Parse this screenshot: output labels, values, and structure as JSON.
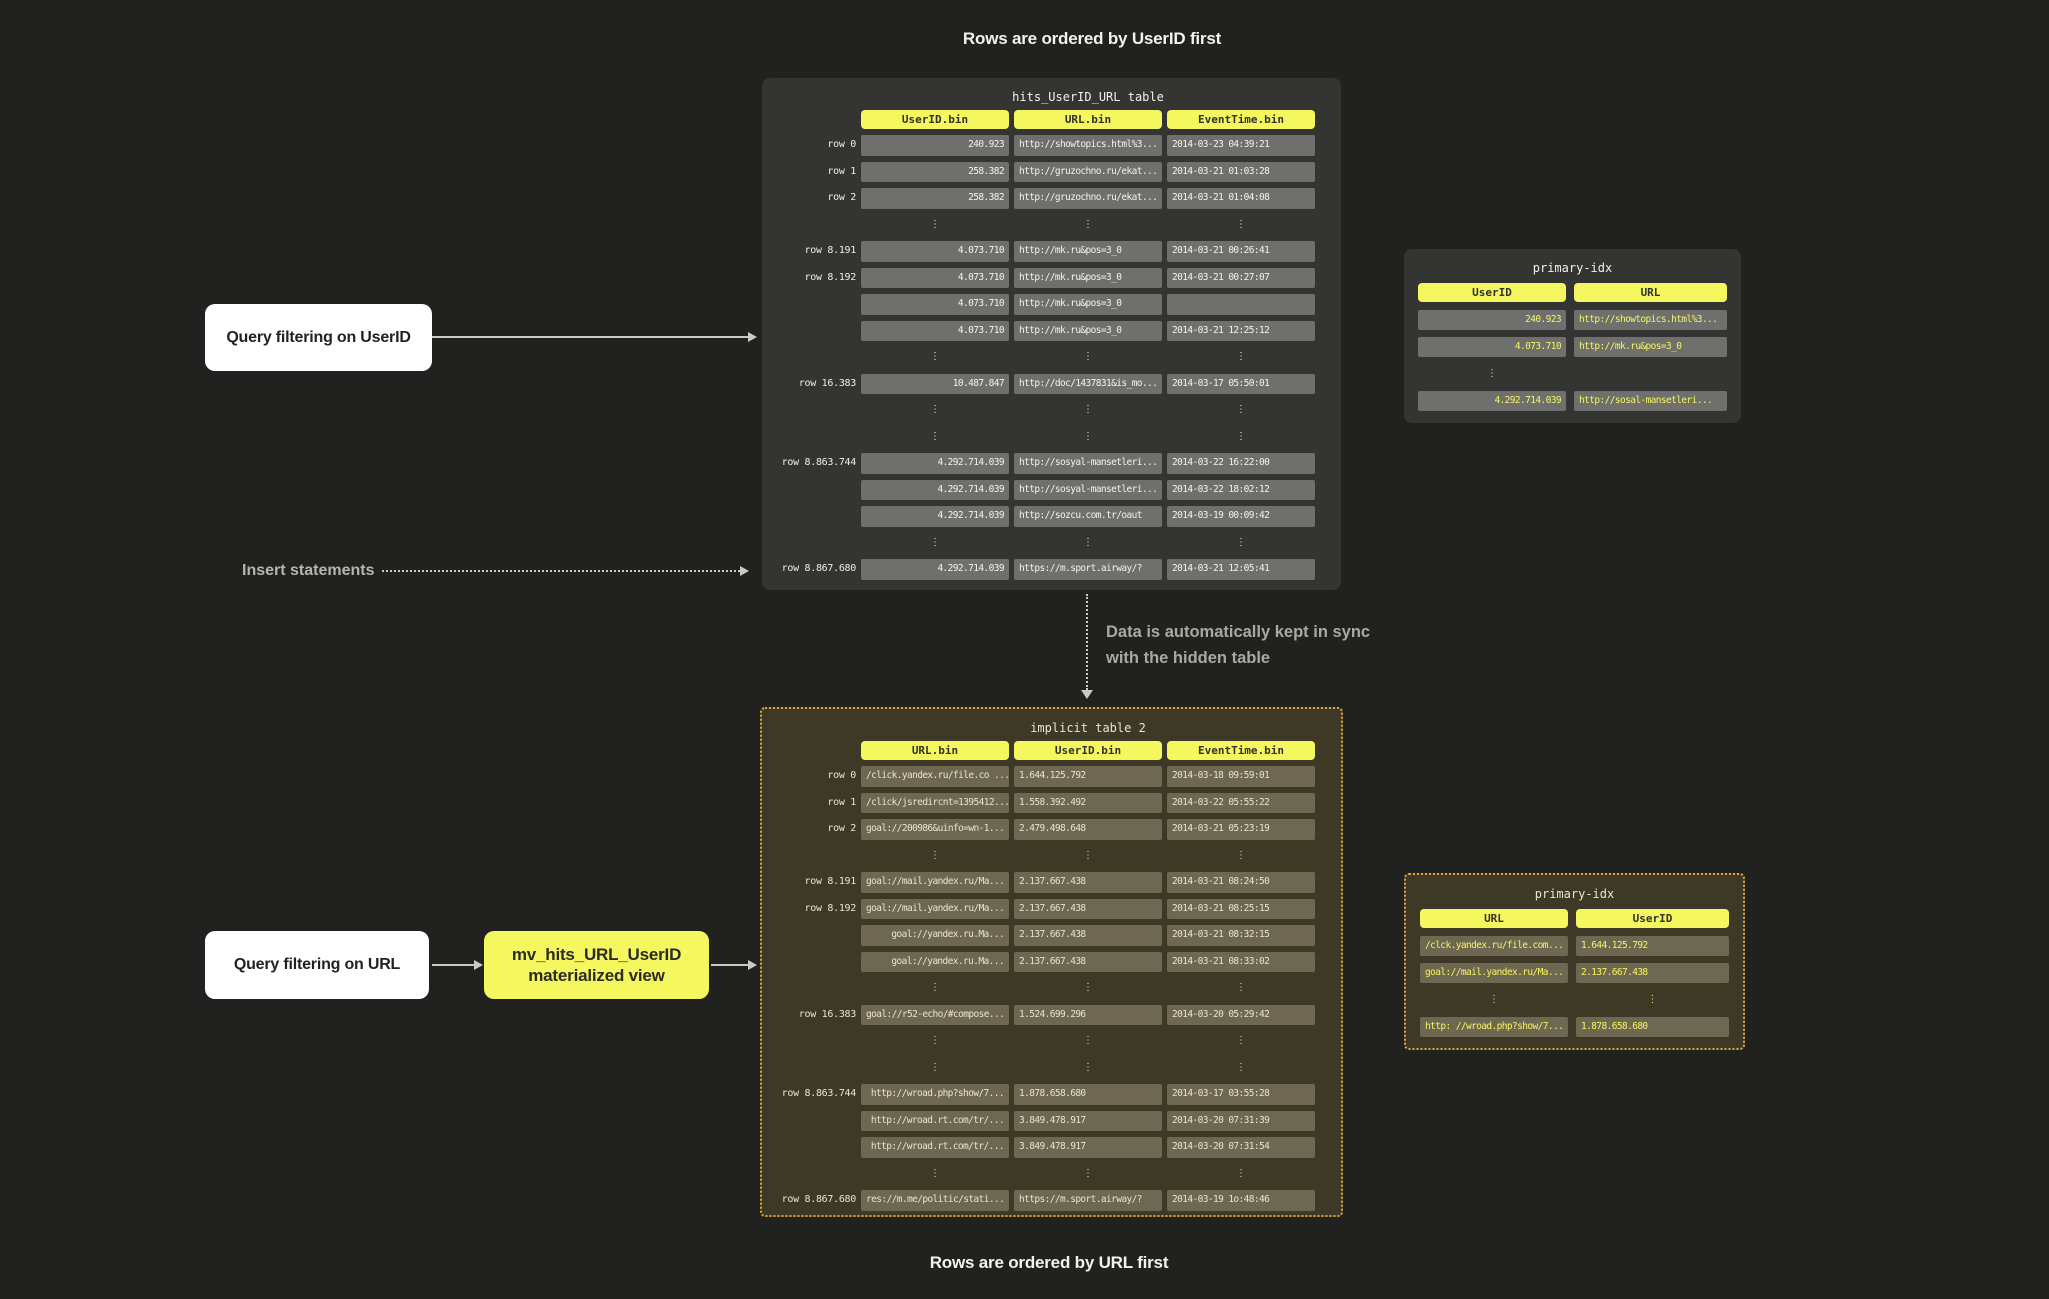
{
  "titles": {
    "top": "Rows are ordered by UserID first",
    "bottom": "Rows are ordered by URL first"
  },
  "annotations": {
    "query_userid": "Query filtering on UserID",
    "insert_statements": "Insert statements",
    "sync_line1": "Data is automatically kept in sync",
    "sync_line2": "with the hidden table",
    "query_url": "Query filtering on URL",
    "mv_line1": "mv_hits_URL_UserID",
    "mv_line2": "materialized view"
  },
  "main_table": {
    "title": "hits_UserID_URL table",
    "columns": [
      "UserID.bin",
      "URL.bin",
      "EventTime.bin"
    ],
    "rows": [
      {
        "label": "row 0",
        "cells": [
          "240.923",
          "http://showtopics.html%3...",
          "2014-03-23 04:39:21"
        ]
      },
      {
        "label": "row 1",
        "cells": [
          "258.382",
          "http://gruzochno.ru/ekat...",
          "2014-03-21 01:03:28"
        ]
      },
      {
        "label": "row 2",
        "cells": [
          "258.382",
          "http://gruzochno.ru/ekat...",
          "2014-03-21 01:04:08"
        ]
      },
      {
        "dots": [
          true,
          true,
          true
        ]
      },
      {
        "label": "row 8.191",
        "cells": [
          "4.073.710",
          "http://mk.ru&pos=3_0",
          "2014-03-21 00:26:41"
        ]
      },
      {
        "label": "row 8.192",
        "cells": [
          "4.073.710",
          "http://mk.ru&pos=3_0",
          "2014-03-21 00:27:07"
        ]
      },
      {
        "label": "",
        "cells": [
          "4.073.710",
          "http://mk.ru&pos=3_0",
          ""
        ]
      },
      {
        "label": "",
        "cells": [
          "4.073.710",
          "http://mk.ru&pos=3_0",
          "2014-03-21 12:25:12"
        ]
      },
      {
        "dots": [
          true,
          true,
          true
        ]
      },
      {
        "label": "row 16.383",
        "cells": [
          "10.487.847",
          "http://doc/1437831&is_mo...",
          "2014-03-17 05:50:01"
        ]
      },
      {
        "dots": [
          true,
          true,
          true
        ]
      },
      {
        "dots": [
          true,
          true,
          true
        ]
      },
      {
        "label": "row 8.863.744",
        "cells": [
          "4.292.714.039",
          "http://sosyal-mansetleri...",
          "2014-03-22 16:22:00"
        ]
      },
      {
        "label": "",
        "cells": [
          "4.292.714.039",
          "http://sosyal-mansetleri...",
          "2014-03-22 18:02:12"
        ]
      },
      {
        "label": "",
        "cells": [
          "4.292.714.039",
          "http://sozcu.com.tr/oaut",
          "2014-03-19 00:09:42"
        ]
      },
      {
        "dots": [
          true,
          true,
          true
        ]
      },
      {
        "label": "row 8.867.680",
        "cells": [
          "4.292.714.039",
          "https://m.sport.airway/?",
          "2014-03-21 12:05:41"
        ]
      }
    ]
  },
  "main_index": {
    "title": "primary-idx",
    "columns": [
      "UserID",
      "URL"
    ],
    "rows": [
      {
        "cells": [
          "240.923",
          "http://showtopics.html%3..."
        ]
      },
      {
        "cells": [
          "4.073.710",
          "http://mk.ru&pos=3_0"
        ]
      },
      {
        "dots": [
          true,
          false
        ]
      },
      {
        "cells": [
          "4.292.714.039",
          "http://sosal-mansetleri..."
        ]
      }
    ]
  },
  "implicit_table": {
    "title": "implicit table 2",
    "columns": [
      "URL.bin",
      "UserID.bin",
      "EventTime.bin"
    ],
    "rows": [
      {
        "label": "row 0",
        "cells": [
          "/click.yandex.ru/file.co ...",
          "1.644.125.792",
          "2014-03-18 09:59:01"
        ]
      },
      {
        "label": "row 1",
        "cells": [
          "/click/jsredircnt=1395412...",
          "1.558.392.492",
          "2014-03-22 05:55:22"
        ]
      },
      {
        "label": "row 2",
        "cells": [
          "goal://200986&uinfo=wn-1...",
          "2.479.498.648",
          "2014-03-21 05:23:19"
        ]
      },
      {
        "dots": [
          true,
          true,
          true
        ]
      },
      {
        "label": "row 8.191",
        "cells": [
          "goal://mail.yandex.ru/Ma...",
          "2.137.667.438",
          "2014-03-21 08:24:50"
        ]
      },
      {
        "label": "row 8.192",
        "cells": [
          "goal://mail.yandex.ru/Ma...",
          "2.137.667.438",
          "2014-03-21 08:25:15"
        ]
      },
      {
        "label": "",
        "cells": [
          "goal://yandex.ru.Ma...",
          "2.137.667.438",
          "2014-03-21 08:32:15"
        ]
      },
      {
        "label": "",
        "cells": [
          "goal://yandex.ru.Ma...",
          "2.137.667.438",
          "2014-03-21 08:33:02"
        ]
      },
      {
        "dots": [
          true,
          true,
          true
        ]
      },
      {
        "label": "row 16.383",
        "cells": [
          "goal://r52-echo/#compose...",
          "1.524.699.296",
          "2014-03-20 05:29:42"
        ]
      },
      {
        "dots": [
          true,
          true,
          true
        ]
      },
      {
        "dots": [
          true,
          true,
          true
        ]
      },
      {
        "label": "row 8.863.744",
        "cells": [
          "http://wroad.php?show/7...",
          "1.878.658.680",
          "2014-03-17 03:55:28"
        ]
      },
      {
        "label": "",
        "cells": [
          "http://wroad.rt.com/tr/...",
          "3.849.478.917",
          "2014-03-20 07:31:39"
        ]
      },
      {
        "label": "",
        "cells": [
          "http://wroad.rt.com/tr/...",
          "3.849.478.917",
          "2014-03-20 07:31:54"
        ]
      },
      {
        "dots": [
          true,
          true,
          true
        ]
      },
      {
        "label": "row 8.867.680",
        "cells": [
          "res://m.me/politic/stati...",
          "https://m.sport.airway/?",
          "2014-03-19 1o:48:46"
        ]
      }
    ]
  },
  "implicit_index": {
    "title": "primary-idx",
    "columns": [
      "URL",
      "UserID"
    ],
    "rows": [
      {
        "cells": [
          "/clck.yandex.ru/file.com...",
          "1.644.125.792"
        ]
      },
      {
        "cells": [
          "goal://mail.yandex.ru/Ma...",
          "2.137.667.438"
        ]
      },
      {
        "dots": [
          true,
          true
        ]
      },
      {
        "cells": [
          "http: //wroad.php?show/7...",
          "1.878.658.680"
        ]
      }
    ]
  },
  "colors": {
    "background": "#21211f",
    "panel_gray": "#343432",
    "panel_olive": "#3e3927",
    "accent_yellow": "#f5f75e",
    "dashed_border": "#dda63c",
    "cell_gray": "#6f6f6d",
    "cell_olive": "#6e6852",
    "cell_text_light": "#f3f3f1",
    "cell_text_cream": "#eae4ce",
    "index_text_yellow": "#f5f75e",
    "arrow": "#c9c9c7",
    "title_text": "#f2f2f0",
    "muted_text": "#a8a8a6",
    "header_text": "#32322a"
  }
}
